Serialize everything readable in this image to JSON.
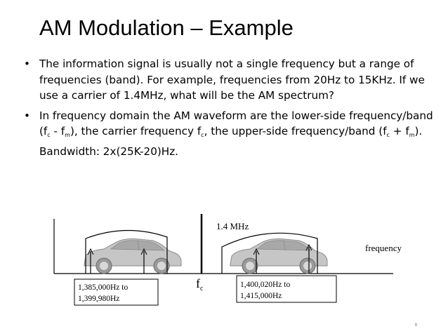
{
  "slide": {
    "title": "AM Modulation – Example",
    "bullets": [
      {
        "text": "The information signal is usually not a single frequency but a range of frequencies (band). For example, frequencies from 20Hz to 15KHz. If we use a carrier of 1.4MHz, what will be the AM spectrum?"
      },
      {
        "part1": "In frequency domain the AM waveform are the lower-side frequency/band (f",
        "sub1": "c",
        "part2": " - f",
        "sub2": "m",
        "part3": "), the carrier frequency f",
        "sub3": "c",
        "part4": ", the upper-side frequency/band (f",
        "sub4": "c",
        "part5": " + f",
        "sub5": "m",
        "part6": "). Bandwidth: 2x(25K-20)Hz."
      }
    ],
    "page_number": "9"
  },
  "diagram": {
    "carrier_label": "1.4 MHz",
    "axis_label": "frequency",
    "fc_label": "f",
    "fc_sub": "c",
    "lower_band_line1": "1,385,000Hz to",
    "lower_band_line2": "1,399,980Hz",
    "upper_band_line1": "1,400,020Hz to",
    "upper_band_line2": "1,415,000Hz"
  },
  "colors": {
    "line": "#000000",
    "car": "#b8b8b8"
  }
}
